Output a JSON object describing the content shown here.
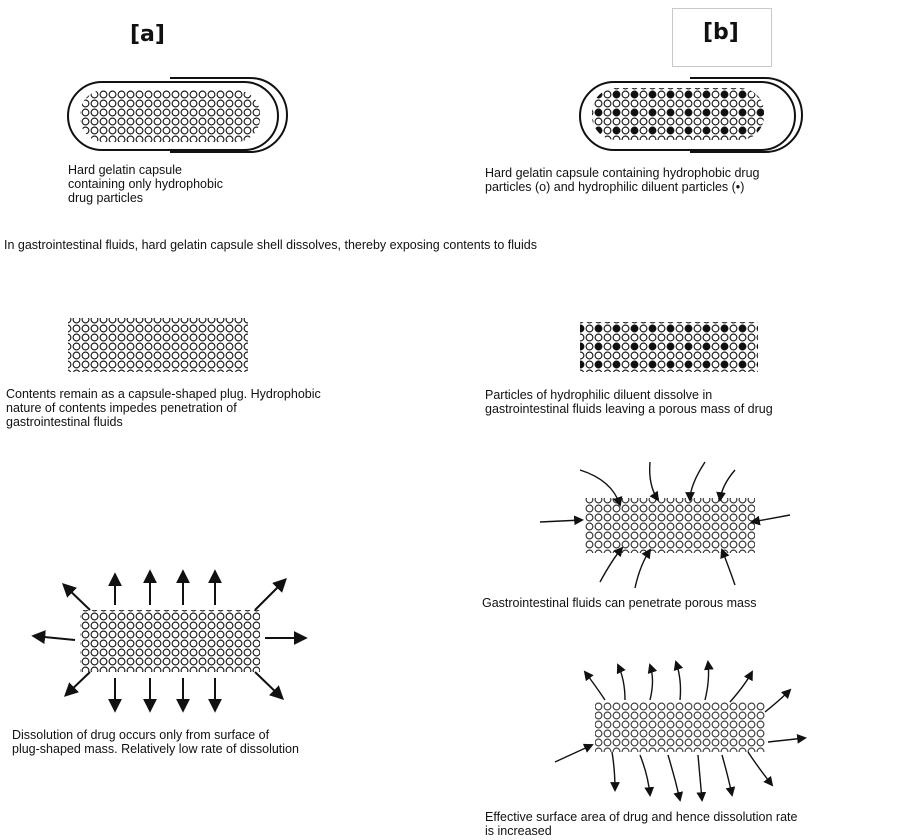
{
  "panel_a": {
    "header": "[a]",
    "capsule_caption": "Hard gelatin capsule\ncontaining only hydrophobic\ndrug particles",
    "plug_caption": "Contents remain as a capsule-shaped plug. Hydrophobic\nnature of contents impedes penetration of\ngastrointestinal fluids",
    "dissolution_caption": "Dissolution of drug occurs only from surface of\nplug-shaped mass. Relatively low rate of dissolution"
  },
  "panel_b": {
    "header": "[b]",
    "capsule_caption": "Hard gelatin capsule containing hydrophobic drug\nparticles (o) and hydrophilic diluent particles (•)",
    "porous_caption": "Particles of hydrophilic diluent dissolve in\ngastrointestinal fluids leaving a porous mass of drug",
    "penetrate_caption": "Gastrointestinal fluids can penetrate porous mass",
    "surface_caption": "Effective surface area of drug and hence dissolution rate\nis increased"
  },
  "shared_caption": "In gastrointestinal fluids, hard gelatin capsule shell dissolves, thereby exposing contents to fluids"
}
